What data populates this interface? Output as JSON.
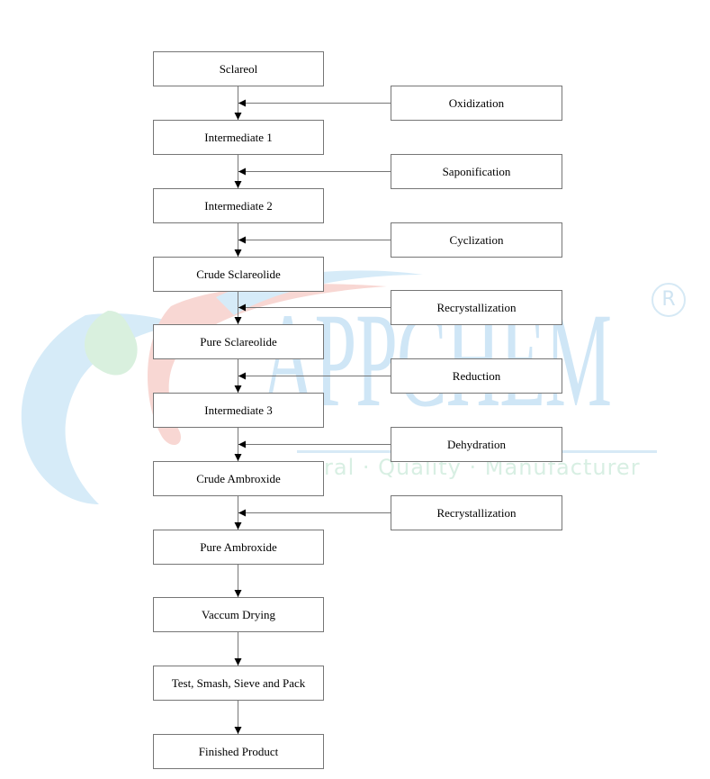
{
  "watermark": {
    "brand": "APPCHEM",
    "tagline": "ral · Quality · Manufacturer",
    "registered_mark": "R",
    "colors": {
      "blue": "#cfe6f6",
      "green": "#d8efe3",
      "red": "#f6d2cf"
    }
  },
  "flow": {
    "steps": [
      "Sclareol",
      "Intermediate 1",
      "Intermediate 2",
      "Crude Sclareolide",
      "Pure Sclareolide",
      "Intermediate 3",
      "Crude Ambroxide",
      "Pure Ambroxide",
      "Vaccum Drying",
      "Test, Smash, Sieve and Pack",
      "Finished Product"
    ],
    "processes": [
      "Oxidization",
      "Saponification",
      "Cyclization",
      "Recrystallization",
      "Reduction",
      "Dehydration",
      "Recrystallization"
    ],
    "line_color": "#767676"
  }
}
